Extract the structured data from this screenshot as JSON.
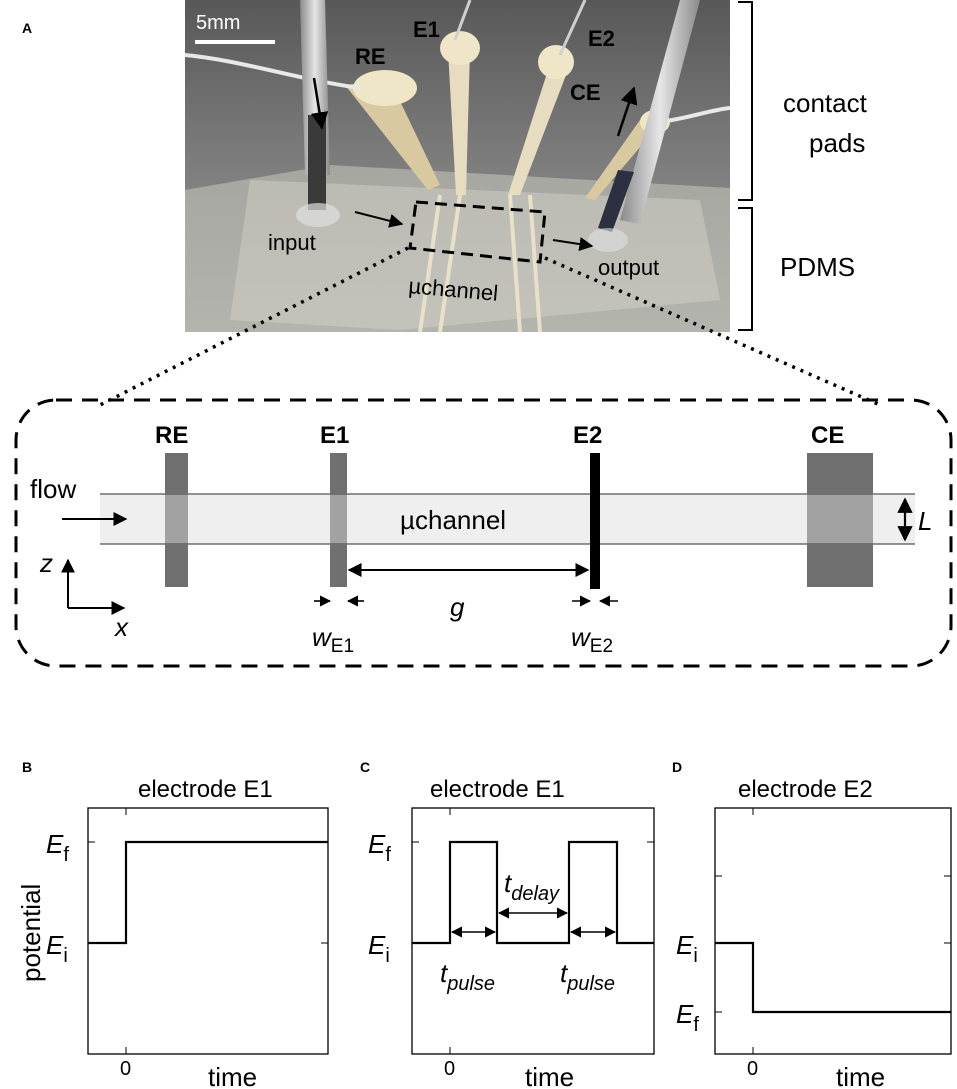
{
  "panels": {
    "a": "A",
    "b": "B",
    "c": "C",
    "d": "D"
  },
  "photo": {
    "scale_bar": "5mm",
    "labels": {
      "re": "RE",
      "e1": "E1",
      "e2": "E2",
      "ce": "CE",
      "input": "input",
      "output": "output",
      "uchannel": "µchannel"
    },
    "side_labels": {
      "contact_1": "contact",
      "contact_2": "pads",
      "pdms": "PDMS"
    }
  },
  "schematic": {
    "electrodes": {
      "re": "RE",
      "e1": "E1",
      "e2": "E2",
      "ce": "CE"
    },
    "flow": "flow",
    "channel": "µchannel",
    "height": "L",
    "gap": "g",
    "width_e1": {
      "base": "w",
      "sub": "E1"
    },
    "width_e2": {
      "base": "w",
      "sub": "E2"
    },
    "axis_z": "z",
    "axis_x": "x"
  },
  "plots": {
    "ylabel": "potential",
    "xlabel": "time",
    "zero": "0",
    "ef": {
      "base": "E",
      "sub": "f"
    },
    "ei": {
      "base": "E",
      "sub": "i"
    },
    "t_pulse": {
      "base": "t",
      "sub": "pulse"
    },
    "t_delay": {
      "base": "t",
      "sub": "delay"
    },
    "b": {
      "title": "electrode E1"
    },
    "c": {
      "title": "electrode E1"
    },
    "d": {
      "title": "electrode E2"
    }
  }
}
